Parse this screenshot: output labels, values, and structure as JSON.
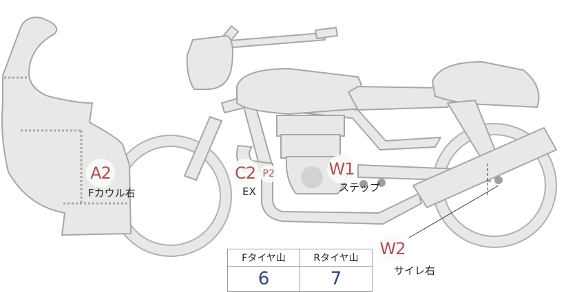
{
  "markers": [
    {
      "id": "A2",
      "label": "Fカウル右"
    },
    {
      "id": "C2",
      "label": "EX"
    },
    {
      "id": "P2",
      "label": ""
    },
    {
      "id": "W1",
      "label": "ステップ"
    },
    {
      "id": "W2",
      "label": "サイレ右"
    }
  ],
  "tire_table": {
    "front_header": "Fタイヤ山",
    "rear_header": "Rタイヤ山",
    "front_value": "6",
    "rear_value": "7"
  },
  "colors": {
    "body_fill": "#e8e8e6",
    "outline": "#a6a6a6",
    "marker_text": "#b05050",
    "value_text": "#2e4a78"
  }
}
